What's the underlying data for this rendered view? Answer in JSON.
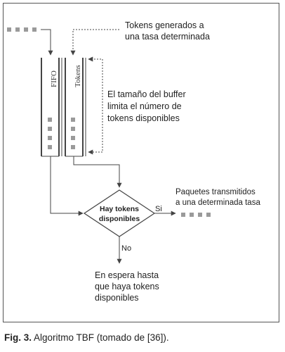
{
  "diagram": {
    "input_note": [
      "Tokens generados a",
      "una tasa determinada"
    ],
    "fifo_label": "FIFO",
    "tokens_label": "Tokens",
    "buffer_note": [
      "El tamaño del buffer",
      "limita el número de",
      "tokens disponibles"
    ],
    "decision": [
      "Hay tokens",
      "disponibles"
    ],
    "yes_label": "Si",
    "no_label": "No",
    "output_note": [
      "Paquetes transmitidos",
      "a una determinada tasa"
    ],
    "wait_note": [
      "En espera hasta",
      "que haya tokens",
      "disponibles"
    ]
  },
  "caption": {
    "label": "Fig. 3.",
    "text": "Algoritmo TBF (tomado de [36])."
  },
  "colors": {
    "line": "#444444",
    "token": "#9a9a9a",
    "frame": "#555555"
  }
}
